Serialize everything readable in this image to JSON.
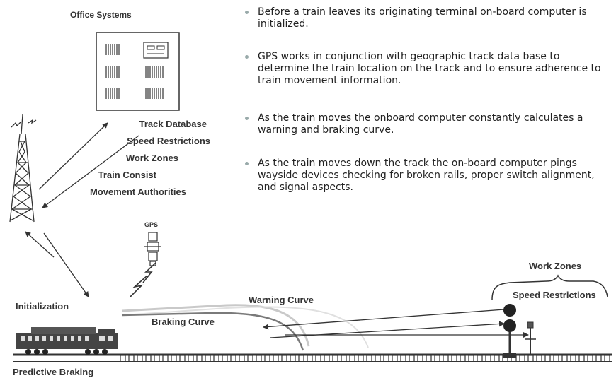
{
  "office_title": "Office Systems",
  "data_items": [
    "Track Database",
    "Speed Restrictions",
    "Work Zones",
    "Train Consist",
    "Movement Authorities"
  ],
  "bullets": [
    "Before a train leaves its originating terminal on-board computer is initialized.",
    "GPS works in conjunction with geographic track data base to determine the train location on the track and to ensure adherence to train movement information.",
    "As the train moves the onboard computer constantly calculates a warning and braking curve.",
    "As the train moves down the track the on-board computer pings wayside devices checking for broken rails, proper switch alignment, and signal aspects."
  ],
  "gps_label": "GPS",
  "initialization_label": "Initialization",
  "warning_curve_label": "Warning Curve",
  "braking_curve_label": "Braking Curve",
  "work_zones_label": "Work Zones",
  "speed_restrictions_label": "Speed Restrictions",
  "predictive_braking_label": "Predictive Braking",
  "colors": {
    "curve_warning": "#c8c8c8",
    "curve_braking": "#7a7a7a",
    "line": "#333333"
  }
}
